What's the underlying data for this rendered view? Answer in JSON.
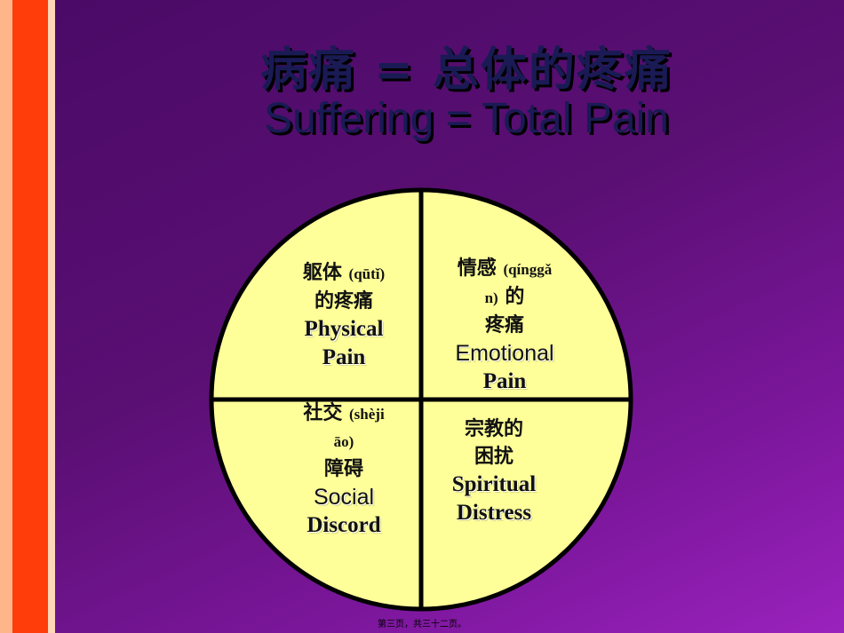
{
  "title": {
    "chinese": "病痛 = 总体的疼痛",
    "english": "Suffering = Total Pain"
  },
  "quadrants": {
    "physical": {
      "cn_a": "躯体",
      "pinyin_a": "(qūtǐ)",
      "cn_b": "的疼痛",
      "en_a": "Physical",
      "en_b": "Pain"
    },
    "emotional": {
      "cn_a": "情感",
      "pinyin_a": "(qínggǎ",
      "pinyin_b": "n)",
      "cn_b": "的",
      "cn_c": "疼痛",
      "en_a": "Emotional",
      "en_b": "Pain"
    },
    "social": {
      "cn_a": "社交",
      "pinyin_a": "(shèji",
      "pinyin_b": "āo)",
      "cn_b": "障碍",
      "en_a": "Social",
      "en_b": "Discord"
    },
    "spiritual": {
      "cn_a": "宗教的",
      "cn_b": "困扰",
      "en_a": "Spiritual",
      "en_b": "Distress"
    }
  },
  "footer": "第三页，共三十二页。",
  "colors": {
    "circle_fill": "#ffff99",
    "circle_stroke": "#000000",
    "accent_red": "#ff3d0a",
    "title_text": "#1a1a55"
  }
}
